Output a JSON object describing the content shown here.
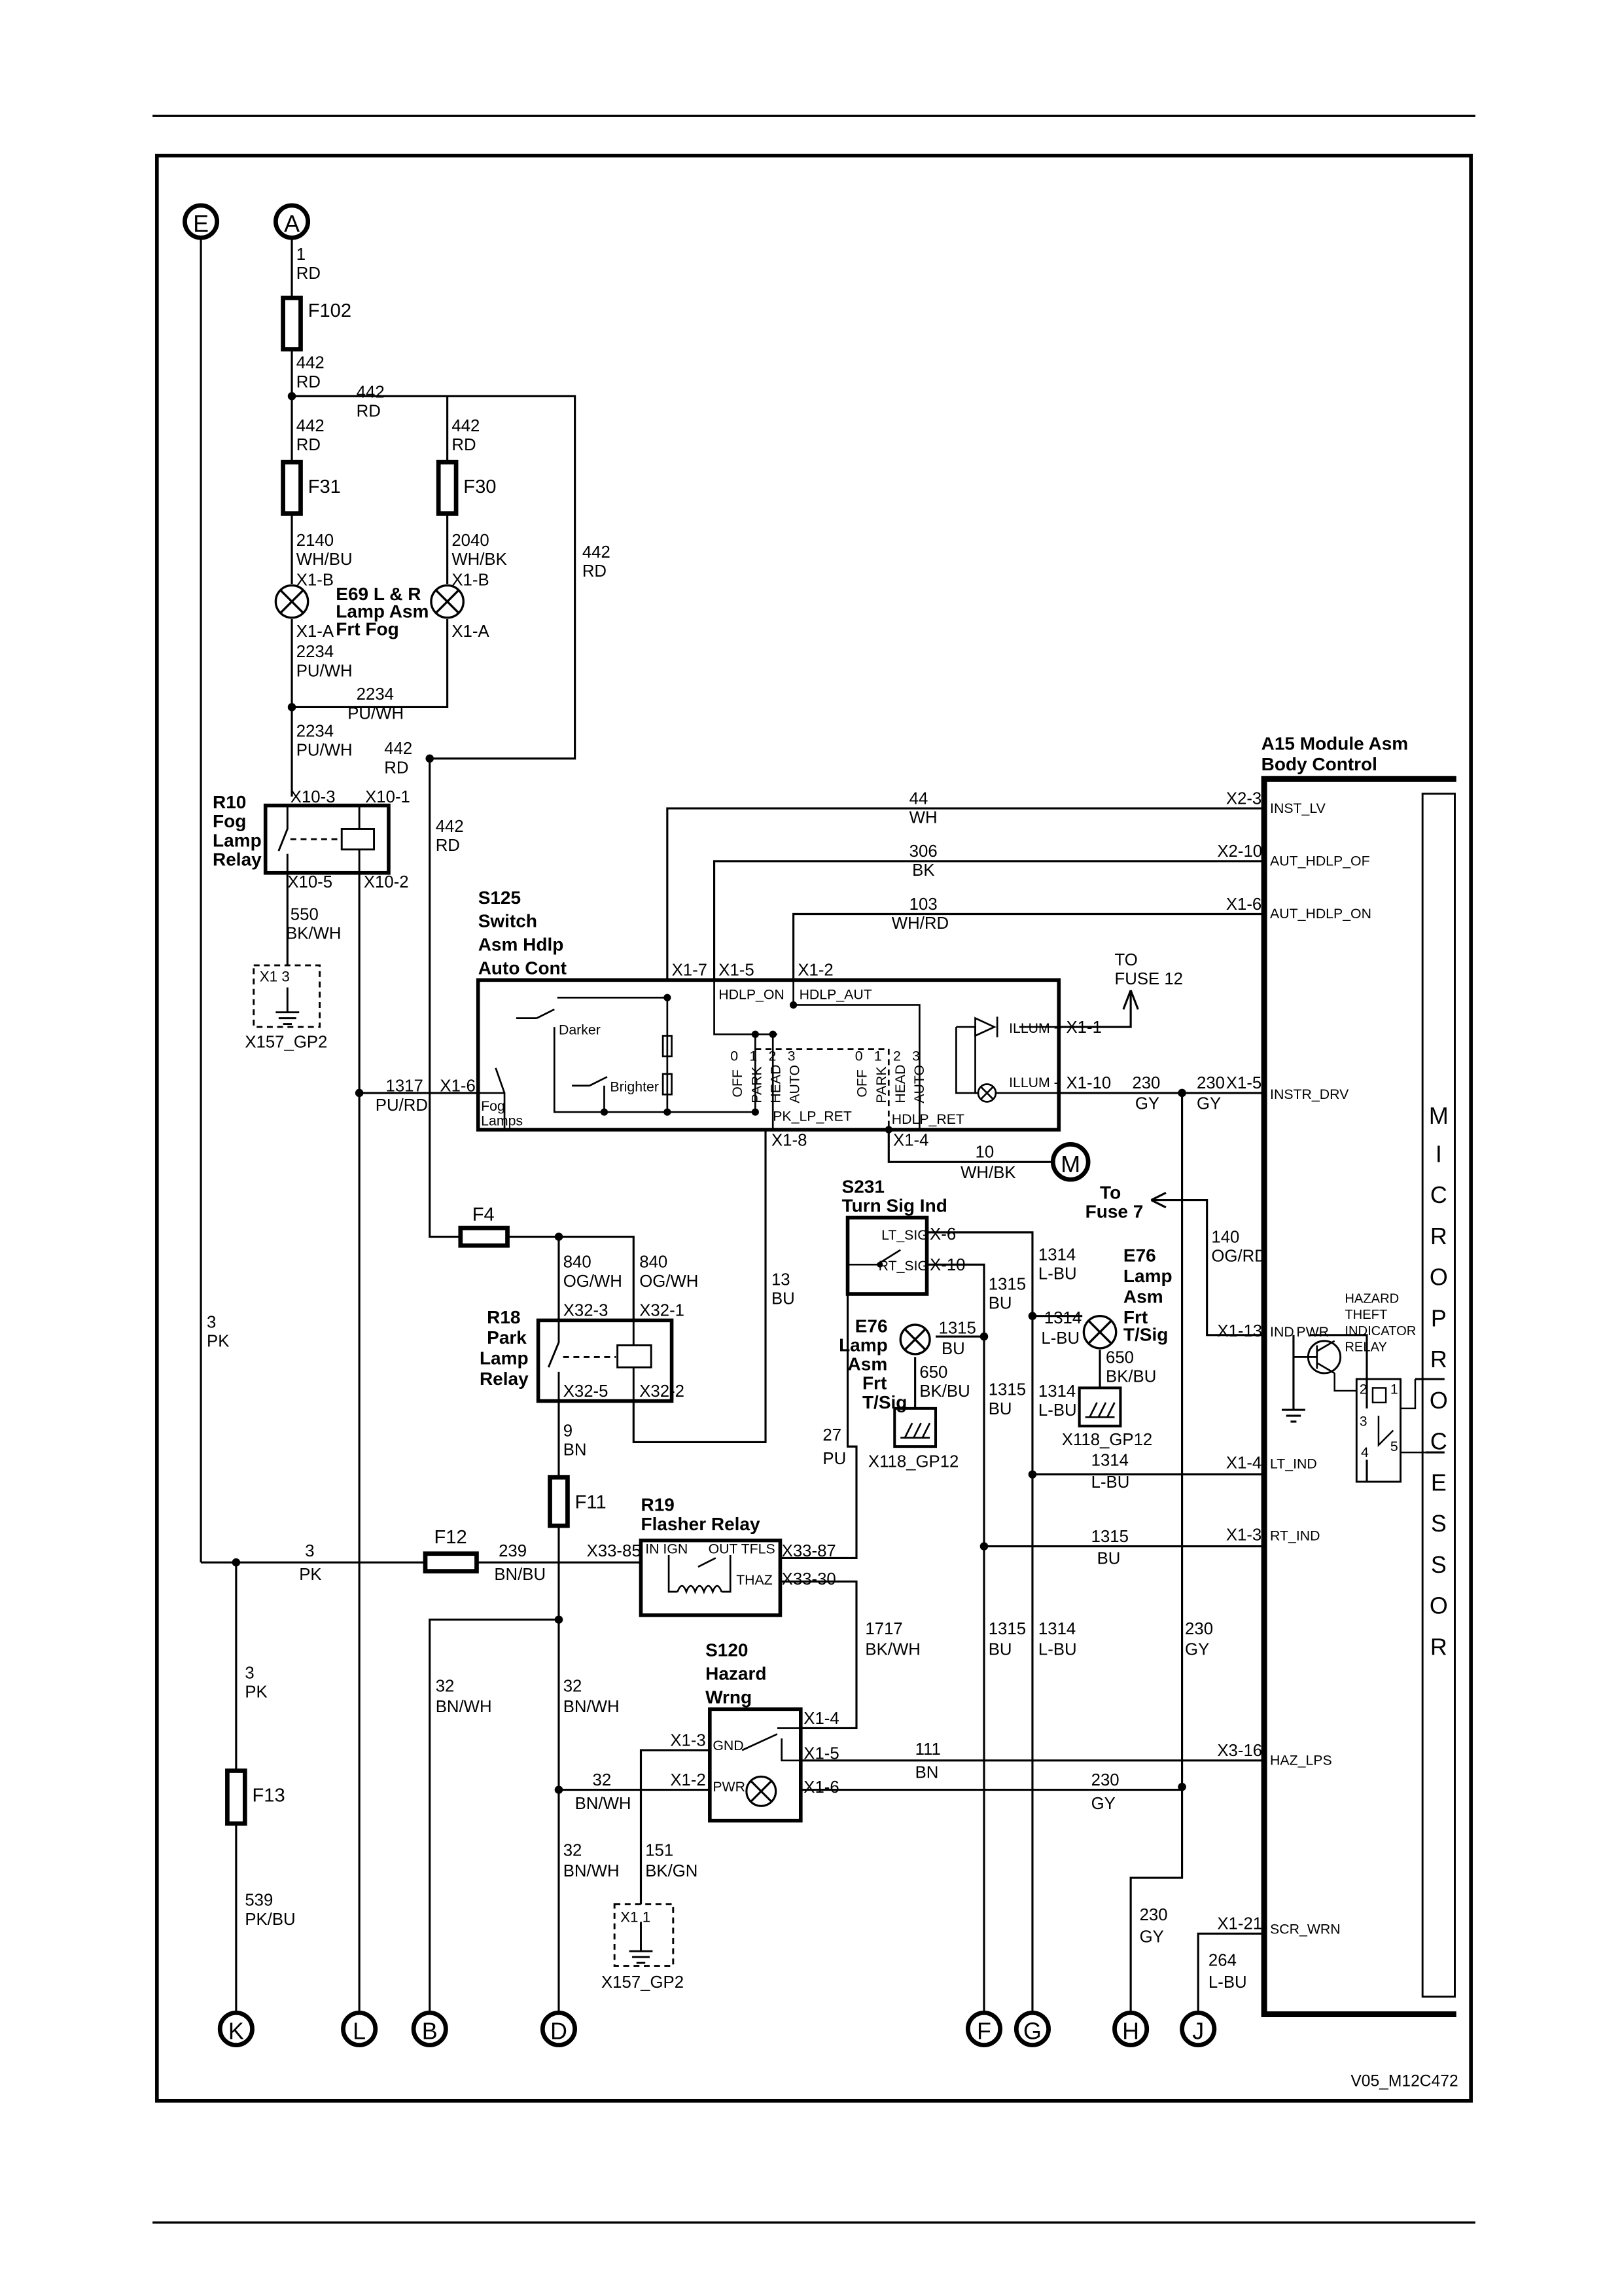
{
  "connectors": [
    "E",
    "A",
    "K",
    "L",
    "B",
    "D",
    "F",
    "G",
    "H",
    "J",
    "M"
  ],
  "fuses": [
    "F102",
    "F31",
    "F30",
    "F4",
    "F11",
    "F12",
    "F13"
  ],
  "wires": {
    "w1": [
      "1",
      "RD"
    ],
    "w442a": [
      "442",
      "RD"
    ],
    "w442b": [
      "442",
      "RD"
    ],
    "w442c": [
      "442",
      "RD"
    ],
    "w442d": [
      "442",
      "RD"
    ],
    "w442e": [
      "442",
      "RD"
    ],
    "w442f": [
      "442",
      "RD"
    ],
    "w442g": [
      "442",
      "RD"
    ],
    "w2140": [
      "2140",
      "WH/BU"
    ],
    "w2040": [
      "2040",
      "WH/BK"
    ],
    "w2234a": [
      "2234",
      "PU/WH"
    ],
    "w2234b": [
      "2234",
      "PU/WH"
    ],
    "w2234c": [
      "2234",
      "PU/WH"
    ],
    "w550": [
      "550",
      "BK/WH"
    ],
    "w1317": [
      "1317",
      "PU/RD"
    ],
    "w44": [
      "44",
      "WH"
    ],
    "w306": [
      "306",
      "BK"
    ],
    "w103": [
      "103",
      "WH/RD"
    ],
    "w230a": [
      "230",
      "GY"
    ],
    "w230b": [
      "230",
      "GY"
    ],
    "w230c": [
      "230",
      "GY"
    ],
    "w230d": [
      "230",
      "GY"
    ],
    "w230e": [
      "230",
      "GY"
    ],
    "w10": [
      "10",
      "WH/BK"
    ],
    "w13": [
      "13",
      "BU"
    ],
    "w840a": [
      "840",
      "OG/WH"
    ],
    "w840b": [
      "840",
      "OG/WH"
    ],
    "w9": [
      "9",
      "BN"
    ],
    "w3a": [
      "3",
      "PK"
    ],
    "w3b": [
      "3",
      "PK"
    ],
    "w3c": [
      "3",
      "PK"
    ],
    "w239": [
      "239",
      "BN/BU"
    ],
    "w539": [
      "539",
      "PK/BU"
    ],
    "w27": [
      "27",
      "PU"
    ],
    "w1314a": [
      "1314",
      "L-BU"
    ],
    "w1314b": [
      "1314",
      "L-BU"
    ],
    "w1314c": [
      "1314",
      "L-BU"
    ],
    "w1314d": [
      "1314",
      "L-BU"
    ],
    "w1314e": [
      "1314",
      "L-BU"
    ],
    "w1315a": [
      "1315",
      "BU"
    ],
    "w1315b": [
      "1315",
      "BU"
    ],
    "w1315c": [
      "1315",
      "BU"
    ],
    "w1315d": [
      "1315",
      "BU"
    ],
    "w1315e": [
      "1315",
      "BU"
    ],
    "w650a": [
      "650",
      "BK/BU"
    ],
    "w650b": [
      "650",
      "BK/BU"
    ],
    "w140": [
      "140",
      "OG/RD"
    ],
    "w1717": [
      "1717",
      "BK/WH"
    ],
    "w32a": [
      "32",
      "BN/WH"
    ],
    "w32b": [
      "32",
      "BN/WH"
    ],
    "w32c": [
      "32",
      "BN/WH"
    ],
    "w32d": [
      "32",
      "BN/WH"
    ],
    "w111": [
      "111",
      "BN"
    ],
    "w151": [
      "151",
      "BK/GN"
    ],
    "w264": [
      "264",
      "L-BU"
    ]
  },
  "components": {
    "e69": [
      "E69 L & R",
      "Lamp Asm",
      "Frt Fog"
    ],
    "r10": [
      "R10",
      "Fog",
      "Lamp",
      "Relay"
    ],
    "s125": [
      "S125",
      "Switch",
      "Asm Hdlp",
      "Auto Cont"
    ],
    "r18": [
      "R18",
      "Park",
      "Lamp",
      "Relay"
    ],
    "r19": [
      "R19",
      "Flasher Relay"
    ],
    "s231": [
      "S231",
      "Turn Sig Ind"
    ],
    "e76l": [
      "E76",
      "Lamp",
      "Asm",
      "Frt",
      "T/Sig"
    ],
    "e76r": [
      "E76",
      "Lamp",
      "Asm",
      "Frt",
      "T/Sig"
    ],
    "s120": [
      "S120",
      "Hazard",
      "Wrng"
    ],
    "a15": [
      "A15 Module Asm",
      "Body Control"
    ],
    "hazrelay": [
      "HAZARD",
      "THEFT",
      "INDICATOR",
      "RELAY"
    ]
  },
  "pins": {
    "x1b_l": "X1-B",
    "x1a_l": "X1-A",
    "x1b_r": "X1-B",
    "x1a_r": "X1-A",
    "x10_3": "X10-3",
    "x10_1": "X10-1",
    "x10_5": "X10-5",
    "x10_2": "X10-2",
    "x1_3": "X1 3",
    "x1_1": "X1 1",
    "s125_x17": "X1-7",
    "s125_x15": "X1-5",
    "s125_x12": "X1-2",
    "s125_x11": "X1-1",
    "s125_x16": "X1-6",
    "s125_x110": "X1-10",
    "s125_x18": "X1-8",
    "s125_x14": "X1-4",
    "x32_3": "X32-3",
    "x32_1": "X32-1",
    "x32_5": "X32-5",
    "x32_2": "X32-2",
    "x33_85": "X33-85",
    "x33_87": "X33-87",
    "x33_30": "X33-30",
    "x6": "X-6",
    "x10": "X-10",
    "s120_x14": "X1-4",
    "s120_x13": "X1-3",
    "s120_x15": "X1-5",
    "s120_x12": "X1-2",
    "s120_x16": "X1-6",
    "a15_x23": "X2-3",
    "a15_x210": "X2-10",
    "a15_x16": "X1-6",
    "a15_x15": "X1-5",
    "a15_x113": "X1-13",
    "a15_x14": "X1-4",
    "a15_x13": "X1-3",
    "a15_x316": "X3-16",
    "a15_x121": "X1-21"
  },
  "internal": {
    "hdlp_on": "HDLP_ON",
    "hdlp_aut": "HDLP_AUT",
    "darker": "Darker",
    "brighter": "Brighter",
    "fog_lamps": [
      "Fog",
      "Lamps"
    ],
    "pk_lp_ret": "PK_LP_RET",
    "hdlp_ret": "HDLP_RET",
    "illum_p": "ILLUM +",
    "illum_m": "ILLUM -",
    "pos_nums": [
      "0",
      "1",
      "2",
      "3",
      "0",
      "1",
      "2",
      "3"
    ],
    "pos_names": [
      "OFF",
      "PARK",
      "HEAD",
      "AUTO",
      "OFF",
      "PARK",
      "HEAD",
      "AUTO"
    ],
    "lt_sig": "LT_SIG",
    "rt_sig": "RT_SIG",
    "in_ign": "IN IGN",
    "out_tfls": "OUT TFLS",
    "thaz": "THAZ",
    "gnd": "GND",
    "pwr": "PWR",
    "ind": "IND",
    "pwr2": "PWR",
    "relay_pins": [
      "2",
      "1",
      "3",
      "4",
      "5"
    ]
  },
  "a15_signals": [
    "INST_LV",
    "AUT_HDLP_OF",
    "AUT_HDLP_ON",
    "INSTR_DRV",
    "IND PWR",
    "LT_IND",
    "RT_IND",
    "HAZ_LPS",
    "SCR_WRN"
  ],
  "micro_letters": [
    "M",
    "I",
    "C",
    "R",
    "O",
    "P",
    "R",
    "O",
    "C",
    "E",
    "S",
    "S",
    "O",
    "R"
  ],
  "grounds": {
    "x157_1": "X157_GP2",
    "x157_2": "X157_GP2",
    "x118_1": "X118_GP12",
    "x118_2": "X118_GP12"
  },
  "to_fuse12": [
    "TO",
    "FUSE 12"
  ],
  "to_fuse7": [
    "To",
    "Fuse 7"
  ],
  "diagram_id": "V05_M12C472"
}
